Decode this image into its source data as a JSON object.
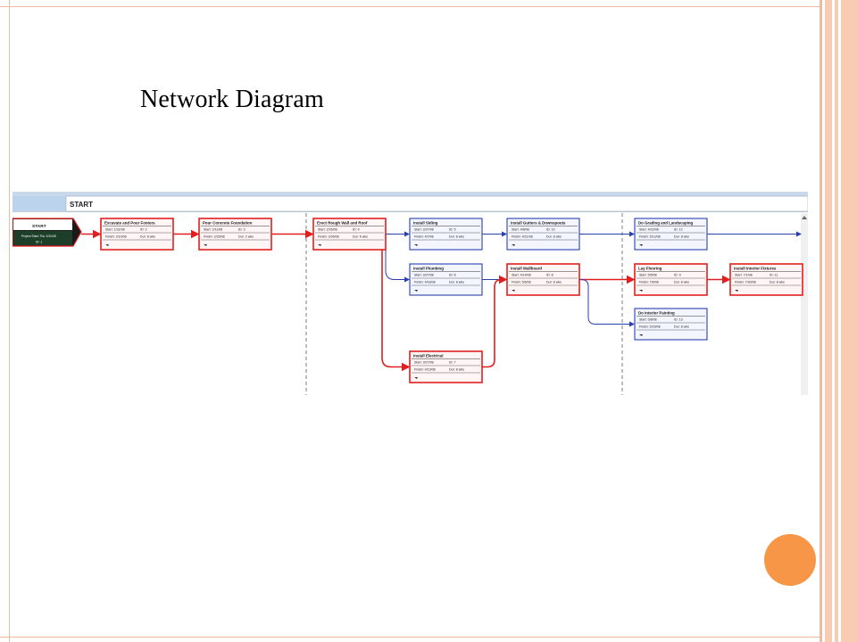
{
  "slide": {
    "title": "Network Diagram"
  },
  "colors": {
    "critical": "#e02020",
    "noncritical": "#2a3fb0",
    "accent": "#f79646",
    "border": "#f2b8a0",
    "stripe": "#f8cbb2"
  },
  "diagram": {
    "header_label": "START",
    "start_box": {
      "title": "START",
      "line1": "Project Start: Thu 1/31/08",
      "line2": "ID: 1"
    },
    "nodes": [
      {
        "id": "n2",
        "title": "Excavate and Pour Footers",
        "start": "Start: 1/31/08",
        "id_text": "ID: 2",
        "finish": "Finish: 2/10/08",
        "dur": "Dur: 8 wks",
        "critical": true
      },
      {
        "id": "n3",
        "title": "Pour Concrete Foundation",
        "start": "Start: 2/11/08",
        "id_text": "ID: 3",
        "finish": "Finish: 2/25/08",
        "dur": "Dur: 2 wks",
        "critical": true
      },
      {
        "id": "n4",
        "title": "Erect Rough Wall and Roof",
        "start": "Start: 2/26/08",
        "id_text": "ID: 4",
        "finish": "Finish: 3/26/08",
        "dur": "Dur: 6 wks",
        "critical": true
      },
      {
        "id": "n5",
        "title": "Install Siding",
        "start": "Start: 3/27/08",
        "id_text": "ID: 5",
        "finish": "Finish: 4/7/08",
        "dur": "Dur: 8 wks",
        "critical": false
      },
      {
        "id": "n8",
        "title": "Install Gutters & Downspouts",
        "start": "Start: 4/8/08",
        "id_text": "ID: 10",
        "finish": "Finish: 4/21/08",
        "dur": "Dur: 8 wks",
        "critical": false
      },
      {
        "id": "n11",
        "title": "Do Grading and Landscaping",
        "start": "Start: 4/22/08",
        "id_text": "ID: 12",
        "finish": "Finish: 5/12/08",
        "dur": "Dur: 8 wks",
        "critical": false
      },
      {
        "id": "n6",
        "title": "Install Plumbing",
        "start": "Start: 3/27/08",
        "id_text": "ID: 6",
        "finish": "Finish: 4/16/08",
        "dur": "Dur: 8 wks",
        "critical": false
      },
      {
        "id": "n9",
        "title": "Install Wallboard",
        "start": "Start: 4/14/08",
        "id_text": "ID: 8",
        "finish": "Finish: 5/6/08",
        "dur": "Dur: 8 wks",
        "critical": true
      },
      {
        "id": "n10",
        "title": "Lay Flooring",
        "start": "Start: 5/5/08",
        "id_text": "ID: 9",
        "finish": "Finish: 7/6/08",
        "dur": "Dur: 8 wks",
        "critical": true
      },
      {
        "id": "n13",
        "title": "Install Interior Fixtures",
        "start": "Start: 7/1/08",
        "id_text": "ID: 11",
        "finish": "Finish: 7/30/08",
        "dur": "Dur: 8 wks",
        "critical": true
      },
      {
        "id": "n12",
        "title": "Do Interior Painting",
        "start": "Start: 5/8/08",
        "id_text": "ID: 13",
        "finish": "Finish: 5/29/08",
        "dur": "Dur: 8 wks",
        "critical": false
      },
      {
        "id": "n7",
        "title": "Install Electrical",
        "start": "Start: 3/27/08",
        "id_text": "ID: 7",
        "finish": "Finish: 4/13/08",
        "dur": "Dur: 8 wks",
        "critical": true
      }
    ]
  }
}
